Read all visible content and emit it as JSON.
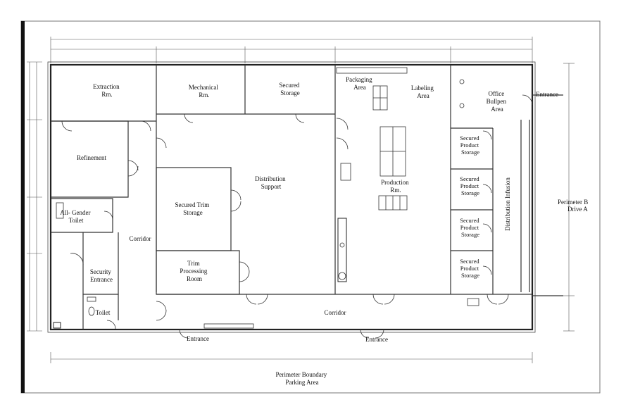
{
  "rooms": {
    "extraction": [
      "Extraction",
      "Rm."
    ],
    "mechanical": [
      "Mechanical",
      "Rm."
    ],
    "secured_storage": [
      "Secured",
      "Storage"
    ],
    "packaging": [
      "Packaging",
      "Area"
    ],
    "labeling": [
      "Labeling",
      "Area"
    ],
    "office": [
      "Office",
      "Bullpen",
      "Area"
    ],
    "refinement": "Refinement",
    "distribution_support": [
      "Distribution",
      "Support"
    ],
    "secured_trim_storage": [
      "Secured Trim",
      "Storage"
    ],
    "production": [
      "Production",
      "Rm."
    ],
    "secured_product_storage_1": [
      "Secured",
      "Product",
      "Storage"
    ],
    "secured_product_storage_2": [
      "Secured",
      "Product",
      "Storage"
    ],
    "secured_product_storage_3": [
      "Secured",
      "Product",
      "Storage"
    ],
    "secured_product_storage_4": [
      "Secured",
      "Product",
      "Storage"
    ],
    "distribution_infusion": "Distribution Infusion",
    "all_gender_toilet": [
      "All- Gender",
      "Toilet"
    ],
    "corridor_west": "Corridor",
    "security_entrance": [
      "Security",
      "Entrance"
    ],
    "trim_processing": [
      "Trim",
      "Processing",
      "Room"
    ],
    "toilet": "Toilet",
    "corridor_south": "Corridor"
  },
  "entrances": {
    "east": "Entrance",
    "south_west": "Entrance",
    "south_east": "Entrance"
  },
  "site": {
    "perimeter_east": [
      "Perimeter B",
      "Drive A"
    ],
    "perimeter_south": [
      "Perimeter Boundary",
      "Parking Area"
    ]
  }
}
